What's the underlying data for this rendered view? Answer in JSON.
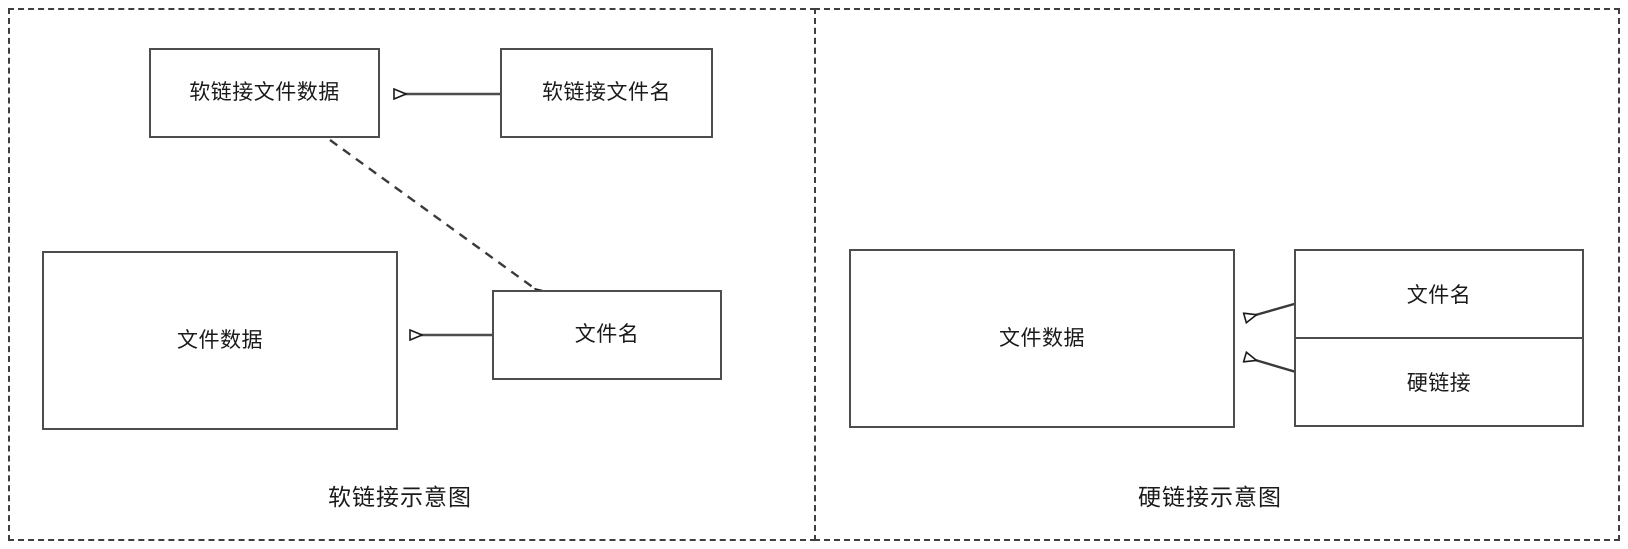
{
  "diagram": {
    "title_soft": "软链接示意图",
    "title_hard": "硬链接示意图",
    "stroke_color": "#4d4d4d",
    "text_color": "#1a1a1a",
    "background": "#ffffff",
    "panels": [
      {
        "name": "soft-link-panel",
        "caption": "软链接示意图",
        "nodes": [
          {
            "id": "soft-link-file-data",
            "label": "软链接文件数据"
          },
          {
            "id": "soft-link-file-name",
            "label": "软链接文件名"
          },
          {
            "id": "file-data",
            "label": "文件数据"
          },
          {
            "id": "file-name",
            "label": "文件名"
          }
        ],
        "edges": [
          {
            "from": "soft-link-file-name",
            "to": "soft-link-file-data",
            "style": "solid",
            "arrow": "hollow-triangle"
          },
          {
            "from": "soft-link-file-data",
            "to": "file-name",
            "style": "dashed",
            "arrow": "hollow-triangle"
          },
          {
            "from": "file-name",
            "to": "file-data",
            "style": "solid",
            "arrow": "hollow-triangle"
          }
        ]
      },
      {
        "name": "hard-link-panel",
        "caption": "硬链接示意图",
        "nodes": [
          {
            "id": "file-data-hard",
            "label": "文件数据"
          },
          {
            "id": "file-name-hard",
            "label": "文件名"
          },
          {
            "id": "hard-link-hard",
            "label": "硬链接"
          }
        ],
        "edges": [
          {
            "from": "file-name-hard",
            "to": "file-data-hard",
            "style": "solid",
            "arrow": "hollow-triangle"
          },
          {
            "from": "hard-link-hard",
            "to": "file-data-hard",
            "style": "solid",
            "arrow": "hollow-triangle"
          }
        ]
      }
    ]
  }
}
